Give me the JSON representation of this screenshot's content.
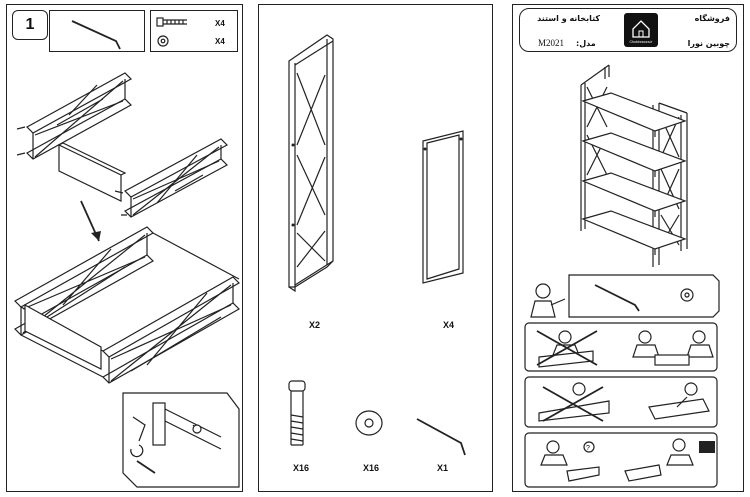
{
  "step1": {
    "number": "1",
    "qty_bolt": "X4",
    "qty_washer": "X4"
  },
  "parts": {
    "frame_qty": "X2",
    "panel_qty": "X4",
    "bolt_qty": "X16",
    "washer_qty": "X16",
    "key_qty": "X1"
  },
  "brand": {
    "shop_label": "فروشگاه",
    "shop_name": "چوبین نورا",
    "category": "کتابخانه و استند",
    "model_label": "مدل:",
    "model_value": "M2021",
    "logo_text": "Chobinnoora.ir"
  }
}
